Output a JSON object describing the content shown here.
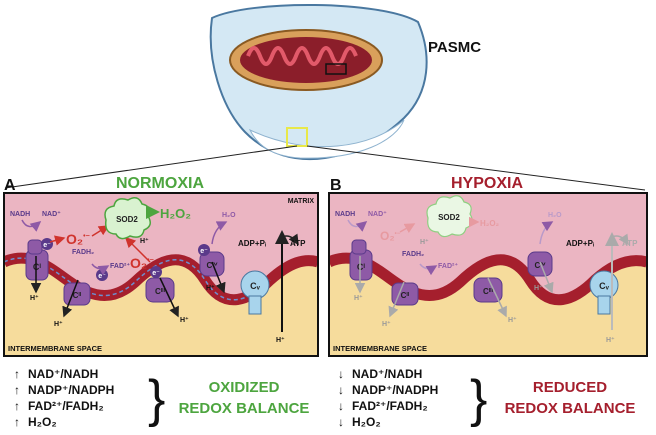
{
  "cell_label": "PASMC",
  "panel_a": {
    "letter": "A",
    "title": "NORMOXIA",
    "title_color": "#4da53f",
    "matrix_label": "MATRIX",
    "ims_label": "INTERMEMBRANE SPACE",
    "summary_lines": [
      {
        "arrow": "↑",
        "text": "NAD⁺/NADH"
      },
      {
        "arrow": "↑",
        "text": "NADP⁺/NADPH"
      },
      {
        "arrow": "↑",
        "text": "FAD²⁺/FADH₂"
      },
      {
        "arrow": "↑",
        "text": "H₂O₂"
      }
    ],
    "balance_line1": "OXIDIZED",
    "balance_line2": "REDOX BALANCE",
    "balance_color": "#4da53f"
  },
  "panel_b": {
    "letter": "B",
    "title": "HYPOXIA",
    "title_color": "#a51f2d",
    "ims_label": "INTERMEMBRANE SPACE",
    "summary_lines": [
      {
        "arrow": "↓",
        "text": "NAD⁺/NADH"
      },
      {
        "arrow": "↓",
        "text": "NADP⁺/NADPH"
      },
      {
        "arrow": "↓",
        "text": "FAD²⁺/FADH₂"
      },
      {
        "arrow": "↓",
        "text": "H₂O₂"
      }
    ],
    "balance_line1": "REDUCED",
    "balance_line2": "REDOX BALANCE",
    "balance_color": "#a51f2d"
  },
  "chem": {
    "nadh": "NADH",
    "nad": "NAD⁺",
    "fadh2": "FADH₂",
    "fad": "FAD²⁺",
    "o2": "O₂",
    "o2_radical": "•−",
    "h2o2": "H₂O₂",
    "h2o": "H₂O",
    "sod2": "SOD2",
    "adp": "ADP+Pᵢ",
    "atp": "ATP",
    "hplus": "H⁺",
    "electron": "e⁻"
  },
  "complexes": {
    "c1": "Cᴵ",
    "c2": "Cᴵᴵ",
    "c3": "Cᴵᴵᴵ",
    "c4": "Cᴵⱽ",
    "c5": "Cᵥ"
  },
  "colors": {
    "matrix": "#ebb5c2",
    "ims": "#f6dc9c",
    "membrane": "#a51f2d",
    "complex": "#8e5aa6",
    "atp_synthase": "#a8d4ec",
    "ros_red": "#d0332d",
    "sod2": "#d9f2d0"
  }
}
